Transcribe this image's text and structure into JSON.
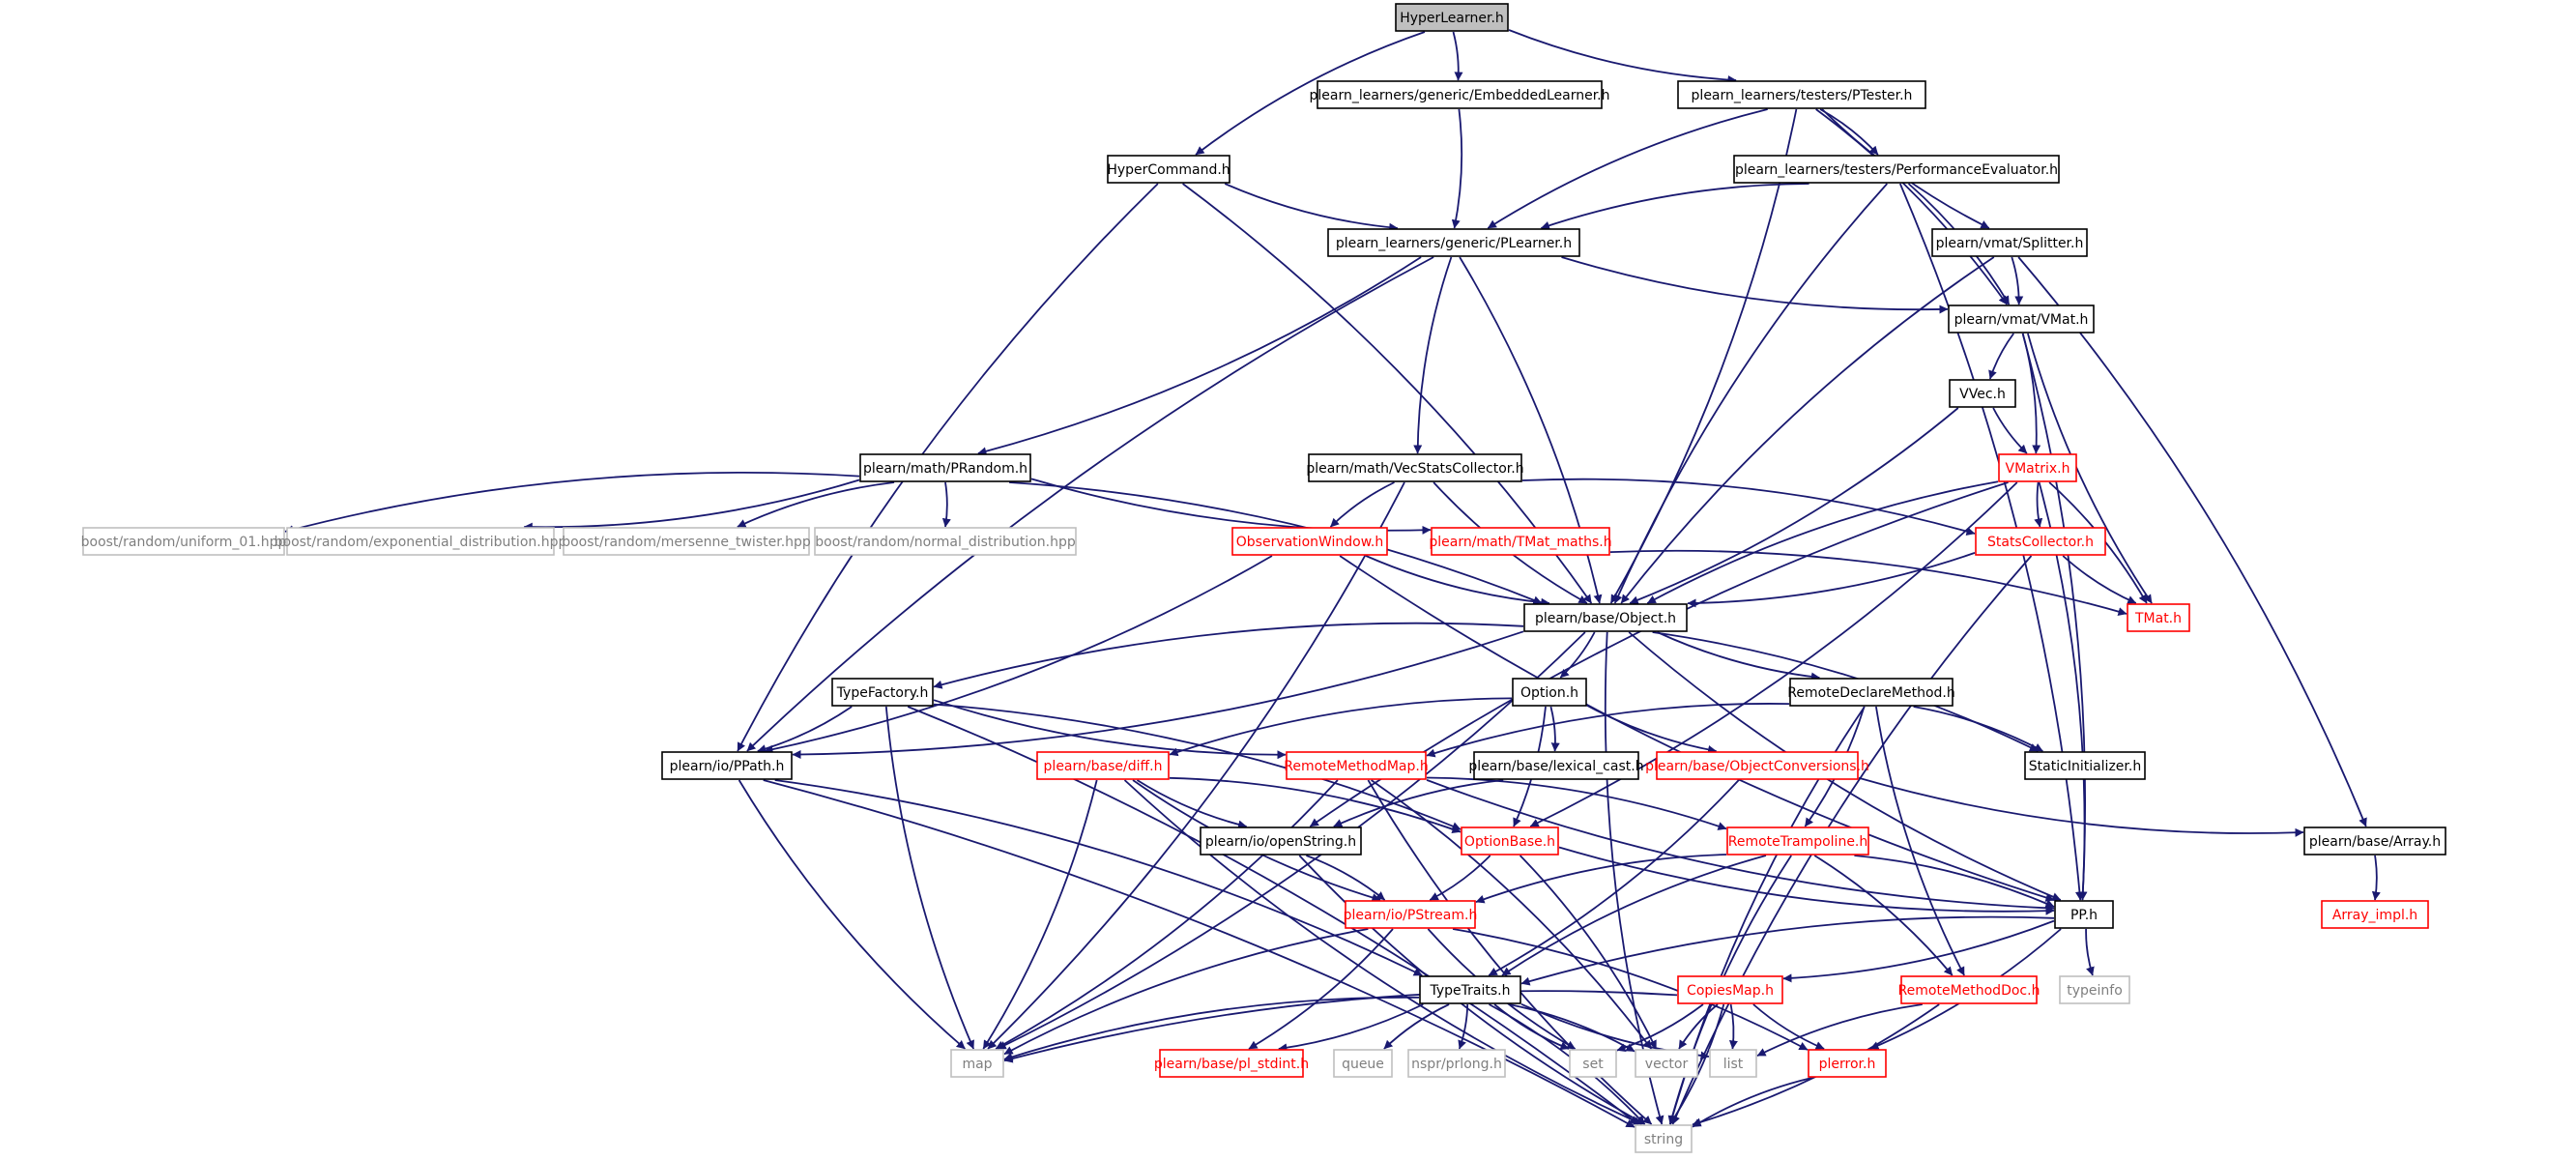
{
  "diagram": {
    "colors": {
      "background": "#ffffff",
      "edge": "#191970",
      "normal_border": "#000000",
      "normal_text": "#000000",
      "highlight_border": "#ff0000",
      "highlight_text": "#ff0000",
      "external_border": "#bfbfbf",
      "external_text": "#7f7f7f",
      "root_fill": "#bfbfbf"
    },
    "nodes": [
      {
        "id": "hyperlearner",
        "label": "HyperLearner.h",
        "style": "root"
      },
      {
        "id": "embeddedlearner",
        "label": "plearn_learners/generic/EmbeddedLearner.h",
        "style": "normal"
      },
      {
        "id": "ptester",
        "label": "plearn_learners/testers/PTester.h",
        "style": "normal"
      },
      {
        "id": "hypercommand",
        "label": "HyperCommand.h",
        "style": "normal"
      },
      {
        "id": "perfeval",
        "label": "plearn_learners/testers/PerformanceEvaluator.h",
        "style": "normal"
      },
      {
        "id": "plearner",
        "label": "plearn_learners/generic/PLearner.h",
        "style": "normal"
      },
      {
        "id": "splitter",
        "label": "plearn/vmat/Splitter.h",
        "style": "normal"
      },
      {
        "id": "vmat",
        "label": "plearn/vmat/VMat.h",
        "style": "normal"
      },
      {
        "id": "vvec",
        "label": "VVec.h",
        "style": "normal"
      },
      {
        "id": "prandom",
        "label": "plearn/math/PRandom.h",
        "style": "normal"
      },
      {
        "id": "vecstats",
        "label": "plearn/math/VecStatsCollector.h",
        "style": "normal"
      },
      {
        "id": "vmatrix",
        "label": "VMatrix.h",
        "style": "highlight"
      },
      {
        "id": "uniform01",
        "label": "boost/random/uniform_01.hpp",
        "style": "external"
      },
      {
        "id": "expdist",
        "label": "boost/random/exponential_distribution.hpp",
        "style": "external"
      },
      {
        "id": "mersenne",
        "label": "boost/random/mersenne_twister.hpp",
        "style": "external"
      },
      {
        "id": "normaldist",
        "label": "boost/random/normal_distribution.hpp",
        "style": "external"
      },
      {
        "id": "obswindow",
        "label": "ObservationWindow.h",
        "style": "highlight"
      },
      {
        "id": "tmatmaths",
        "label": "plearn/math/TMat_maths.h",
        "style": "highlight"
      },
      {
        "id": "statscollector",
        "label": "StatsCollector.h",
        "style": "highlight"
      },
      {
        "id": "object",
        "label": "plearn/base/Object.h",
        "style": "normal"
      },
      {
        "id": "tmat",
        "label": "TMat.h",
        "style": "highlight"
      },
      {
        "id": "typefactory",
        "label": "TypeFactory.h",
        "style": "normal"
      },
      {
        "id": "option",
        "label": "Option.h",
        "style": "normal"
      },
      {
        "id": "remotedeclare",
        "label": "RemoteDeclareMethod.h",
        "style": "normal"
      },
      {
        "id": "ppath",
        "label": "plearn/io/PPath.h",
        "style": "normal"
      },
      {
        "id": "diff",
        "label": "plearn/base/diff.h",
        "style": "highlight"
      },
      {
        "id": "remotemethodmap",
        "label": "RemoteMethodMap.h",
        "style": "highlight"
      },
      {
        "id": "lexicalcast",
        "label": "plearn/base/lexical_cast.h",
        "style": "normal"
      },
      {
        "id": "objconv",
        "label": "plearn/base/ObjectConversions.h",
        "style": "highlight"
      },
      {
        "id": "staticinit",
        "label": "StaticInitializer.h",
        "style": "normal"
      },
      {
        "id": "openstring",
        "label": "plearn/io/openString.h",
        "style": "normal"
      },
      {
        "id": "optionbase",
        "label": "OptionBase.h",
        "style": "highlight"
      },
      {
        "id": "remotetramp",
        "label": "RemoteTrampoline.h",
        "style": "highlight"
      },
      {
        "id": "array",
        "label": "plearn/base/Array.h",
        "style": "normal"
      },
      {
        "id": "pstream",
        "label": "plearn/io/PStream.h",
        "style": "highlight"
      },
      {
        "id": "pp",
        "label": "PP.h",
        "style": "normal"
      },
      {
        "id": "arrayimpl",
        "label": "Array_impl.h",
        "style": "highlight"
      },
      {
        "id": "typetraits",
        "label": "TypeTraits.h",
        "style": "normal"
      },
      {
        "id": "copiesmap",
        "label": "CopiesMap.h",
        "style": "highlight"
      },
      {
        "id": "remotemethoddoc",
        "label": "RemoteMethodDoc.h",
        "style": "highlight"
      },
      {
        "id": "typeinfo",
        "label": "typeinfo",
        "style": "external"
      },
      {
        "id": "map",
        "label": "map",
        "style": "external"
      },
      {
        "id": "plstdint",
        "label": "plearn/base/pl_stdint.h",
        "style": "highlight"
      },
      {
        "id": "queue",
        "label": "queue",
        "style": "external"
      },
      {
        "id": "prlong",
        "label": "nspr/prlong.h",
        "style": "external"
      },
      {
        "id": "set",
        "label": "set",
        "style": "external"
      },
      {
        "id": "vector",
        "label": "vector",
        "style": "external"
      },
      {
        "id": "list",
        "label": "list",
        "style": "external"
      },
      {
        "id": "plerror",
        "label": "plerror.h",
        "style": "highlight"
      },
      {
        "id": "string",
        "label": "string",
        "style": "external"
      }
    ],
    "edges": [
      [
        "hyperlearner",
        "hypercommand"
      ],
      [
        "hyperlearner",
        "embeddedlearner"
      ],
      [
        "hyperlearner",
        "ptester"
      ],
      [
        "embeddedlearner",
        "plearner"
      ],
      [
        "hypercommand",
        "plearner"
      ],
      [
        "hypercommand",
        "object"
      ],
      [
        "hypercommand",
        "ppath"
      ],
      [
        "ptester",
        "perfeval"
      ],
      [
        "ptester",
        "plearner"
      ],
      [
        "ptester",
        "object"
      ],
      [
        "ptester",
        "splitter"
      ],
      [
        "ptester",
        "vmat"
      ],
      [
        "perfeval",
        "plearner"
      ],
      [
        "perfeval",
        "vmat"
      ],
      [
        "perfeval",
        "object"
      ],
      [
        "perfeval",
        "pp"
      ],
      [
        "plearner",
        "vmat"
      ],
      [
        "plearner",
        "prandom"
      ],
      [
        "plearner",
        "vecstats"
      ],
      [
        "plearner",
        "object"
      ],
      [
        "plearner",
        "ppath"
      ],
      [
        "splitter",
        "vmat"
      ],
      [
        "splitter",
        "object"
      ],
      [
        "splitter",
        "array"
      ],
      [
        "vmat",
        "vvec"
      ],
      [
        "vmat",
        "vmatrix"
      ],
      [
        "vmat",
        "tmat"
      ],
      [
        "vmat",
        "pp"
      ],
      [
        "vvec",
        "vmatrix"
      ],
      [
        "vvec",
        "object"
      ],
      [
        "prandom",
        "uniform01"
      ],
      [
        "prandom",
        "expdist"
      ],
      [
        "prandom",
        "mersenne"
      ],
      [
        "prandom",
        "normaldist"
      ],
      [
        "prandom",
        "tmatmaths"
      ],
      [
        "prandom",
        "object"
      ],
      [
        "vecstats",
        "obswindow"
      ],
      [
        "vecstats",
        "statscollector"
      ],
      [
        "vecstats",
        "object"
      ],
      [
        "vecstats",
        "map"
      ],
      [
        "vmatrix",
        "statscollector"
      ],
      [
        "vmatrix",
        "tmat"
      ],
      [
        "vmatrix",
        "object"
      ],
      [
        "vmatrix",
        "pp"
      ],
      [
        "vmatrix",
        "openstring"
      ],
      [
        "vmatrix",
        "optionbase"
      ],
      [
        "obswindow",
        "object"
      ],
      [
        "obswindow",
        "ppath"
      ],
      [
        "obswindow",
        "pp"
      ],
      [
        "tmatmaths",
        "tmat"
      ],
      [
        "statscollector",
        "tmat"
      ],
      [
        "statscollector",
        "object"
      ],
      [
        "statscollector",
        "string"
      ],
      [
        "object",
        "ppath"
      ],
      [
        "object",
        "typefactory"
      ],
      [
        "object",
        "option"
      ],
      [
        "object",
        "remotedeclare"
      ],
      [
        "object",
        "staticinit"
      ],
      [
        "object",
        "pp"
      ],
      [
        "object",
        "map"
      ],
      [
        "object",
        "string"
      ],
      [
        "typefactory",
        "ppath"
      ],
      [
        "typefactory",
        "remotemethodmap"
      ],
      [
        "typefactory",
        "optionbase"
      ],
      [
        "typefactory",
        "map"
      ],
      [
        "typefactory",
        "string"
      ],
      [
        "option",
        "diff"
      ],
      [
        "option",
        "lexicalcast"
      ],
      [
        "option",
        "objconv"
      ],
      [
        "option",
        "optionbase"
      ],
      [
        "remotedeclare",
        "remotemethodmap"
      ],
      [
        "remotedeclare",
        "remotetramp"
      ],
      [
        "remotedeclare",
        "remotemethoddoc"
      ],
      [
        "remotedeclare",
        "staticinit"
      ],
      [
        "remotedeclare",
        "string"
      ],
      [
        "ppath",
        "typetraits"
      ],
      [
        "ppath",
        "map"
      ],
      [
        "ppath",
        "string"
      ],
      [
        "diff",
        "openstring"
      ],
      [
        "diff",
        "optionbase"
      ],
      [
        "diff",
        "pstream"
      ],
      [
        "diff",
        "map"
      ],
      [
        "diff",
        "string"
      ],
      [
        "remotemethodmap",
        "remotetramp"
      ],
      [
        "remotemethodmap",
        "pp"
      ],
      [
        "remotemethodmap",
        "map"
      ],
      [
        "remotemethodmap",
        "string"
      ],
      [
        "remotemethodmap",
        "vector"
      ],
      [
        "lexicalcast",
        "openstring"
      ],
      [
        "objconv",
        "typetraits"
      ],
      [
        "objconv",
        "array"
      ],
      [
        "openstring",
        "pstream"
      ],
      [
        "openstring",
        "string"
      ],
      [
        "optionbase",
        "pstream"
      ],
      [
        "optionbase",
        "pp"
      ],
      [
        "optionbase",
        "vector"
      ],
      [
        "remotetramp",
        "pstream"
      ],
      [
        "remotetramp",
        "pp"
      ],
      [
        "remotetramp",
        "typetraits"
      ],
      [
        "remotetramp",
        "remotemethoddoc"
      ],
      [
        "remotetramp",
        "string"
      ],
      [
        "array",
        "arrayimpl"
      ],
      [
        "pstream",
        "map"
      ],
      [
        "pstream",
        "plstdint"
      ],
      [
        "pstream",
        "set"
      ],
      [
        "pstream",
        "plerror"
      ],
      [
        "pp",
        "typetraits"
      ],
      [
        "pp",
        "copiesmap"
      ],
      [
        "pp",
        "typeinfo"
      ],
      [
        "pp",
        "plerror"
      ],
      [
        "typetraits",
        "map"
      ],
      [
        "typetraits",
        "plstdint"
      ],
      [
        "typetraits",
        "queue"
      ],
      [
        "typetraits",
        "prlong"
      ],
      [
        "typetraits",
        "set"
      ],
      [
        "typetraits",
        "vector"
      ],
      [
        "typetraits",
        "list"
      ],
      [
        "typetraits",
        "string"
      ],
      [
        "copiesmap",
        "map"
      ],
      [
        "copiesmap",
        "set"
      ],
      [
        "copiesmap",
        "vector"
      ],
      [
        "copiesmap",
        "list"
      ],
      [
        "copiesmap",
        "plerror"
      ],
      [
        "copiesmap",
        "string"
      ],
      [
        "remotemethoddoc",
        "list"
      ],
      [
        "remotemethoddoc",
        "string"
      ],
      [
        "plerror",
        "string"
      ]
    ]
  }
}
